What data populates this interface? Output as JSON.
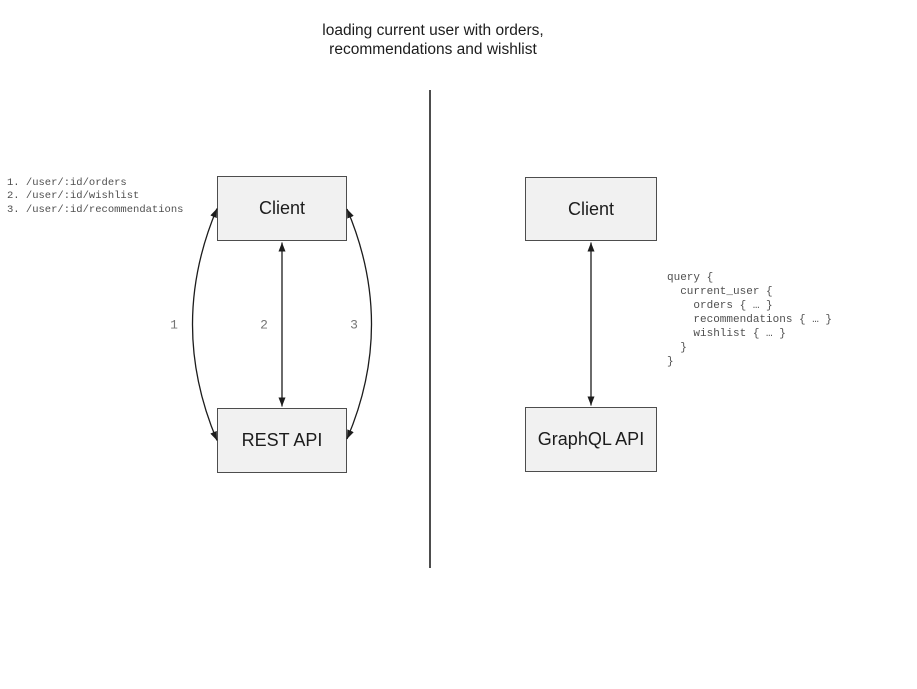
{
  "title": {
    "line1": "loading current user with orders,",
    "line2": "recommendations and wishlist"
  },
  "left_panel": {
    "client_box": "Client",
    "api_box": "REST API",
    "endpoints": [
      "1. /user/:id/orders",
      "2. /user/:id/wishlist",
      "3. /user/:id/recommendations"
    ],
    "arrow_labels": [
      "1",
      "2",
      "3"
    ]
  },
  "right_panel": {
    "client_box": "Client",
    "api_box": "GraphQL API",
    "query_lines": [
      "query {",
      "  current_user {",
      "    orders { … }",
      "    recommendations { … }",
      "    wishlist { … }",
      "  }",
      "}"
    ]
  },
  "colors": {
    "box_fill": "#f1f1f1",
    "box_border": "#4d4d4d",
    "arrow": "#1c1c1c",
    "label_text": "#1c1c1c",
    "muted_number": "#757575",
    "code_text": "#4f4f4f",
    "divider": "#4d4d4d"
  }
}
